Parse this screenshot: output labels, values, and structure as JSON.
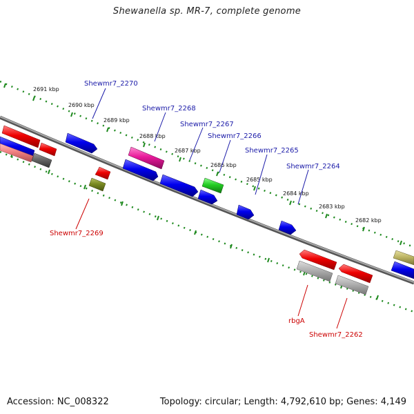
{
  "title": "Shewanella sp. MR-7, complete genome",
  "footer": {
    "accession": "Accession: NC_008322",
    "summary": "Topology: circular; Length: 4,792,610 bp; Genes: 4,149"
  },
  "colors": {
    "backbone": "#8a8a8a",
    "ruler": "#1f8a1f",
    "label_top": "#1a1aa8",
    "label_bottom": "#cc0000"
  },
  "scale_ticks": [
    "2691 kbp",
    "2690 kbp",
    "2689 kbp",
    "2688 kbp",
    "2687 kbp",
    "2686 kbp",
    "2685 kbp",
    "2684 kbp",
    "2683 kbp",
    "2682 kbp"
  ],
  "gene_labels": [
    {
      "text": "Shewmr7_2270",
      "strand": "top"
    },
    {
      "text": "Shewmr7_2268",
      "strand": "top"
    },
    {
      "text": "Shewmr7_2267",
      "strand": "top"
    },
    {
      "text": "Shewmr7_2266",
      "strand": "top"
    },
    {
      "text": "Shewmr7_2265",
      "strand": "top"
    },
    {
      "text": "Shewmr7_2264",
      "strand": "top"
    },
    {
      "text": "Shewmr7_2269",
      "strand": "bottom"
    },
    {
      "text": "rbgA",
      "strand": "bottom"
    },
    {
      "text": "Shewmr7_2262",
      "strand": "bottom"
    }
  ]
}
